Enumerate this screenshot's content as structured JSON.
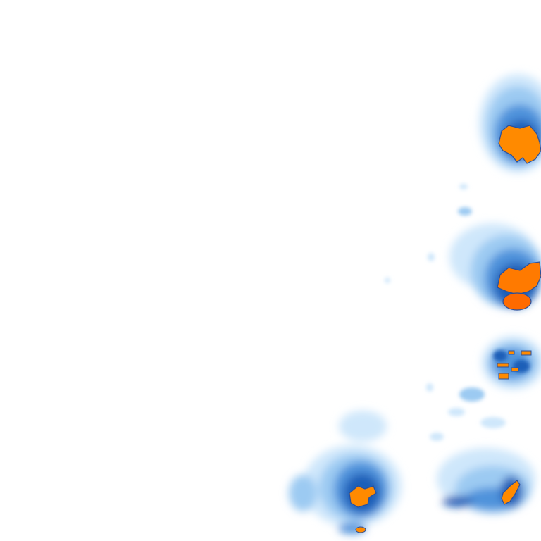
{
  "map": {
    "kind": "weather-radar-tile",
    "background_color": "#ffffff",
    "intensity_palette": {
      "very_light": "#cfe7fb",
      "light": "#9ccaf2",
      "medium": "#4f93db",
      "heavy": "#1a5fb8",
      "intense_fill": "#ff8a00",
      "intense_core": "#ff6a00",
      "intense_outline": "#2a4f9a"
    },
    "cells": [
      {
        "id": "cell-1",
        "location_word": "upper-right",
        "peak_intensity": "intense"
      },
      {
        "id": "cell-2",
        "location_word": "middle-right",
        "peak_intensity": "intense"
      },
      {
        "id": "cell-3",
        "location_word": "lower-right",
        "peak_intensity": "intense"
      },
      {
        "id": "cell-4",
        "location_word": "bottom-center",
        "peak_intensity": "intense"
      },
      {
        "id": "cell-5",
        "location_word": "bottom-right",
        "peak_intensity": "intense"
      }
    ]
  }
}
